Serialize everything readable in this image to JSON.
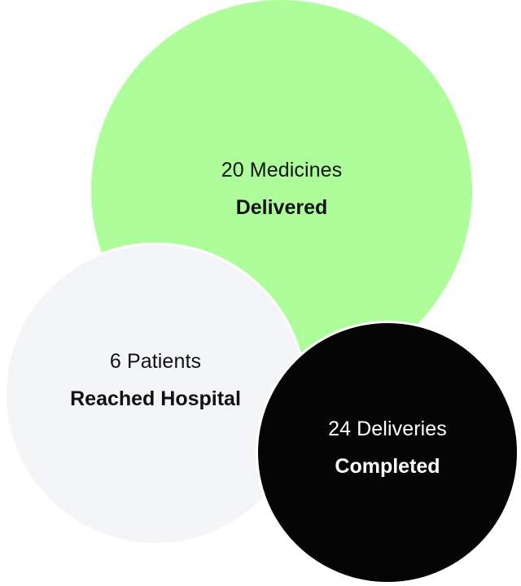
{
  "stats": [
    {
      "count": "20 Medicines",
      "label": "Delivered",
      "color": "#adfe9a",
      "text_color": "#111111"
    },
    {
      "count": "6 Patients",
      "label": "Reached Hospital",
      "color": "#f4f5f7",
      "text_color": "#111111"
    },
    {
      "count": "24 Deliveries",
      "label": "Completed",
      "color": "#050505",
      "text_color": "#ffffff"
    }
  ]
}
